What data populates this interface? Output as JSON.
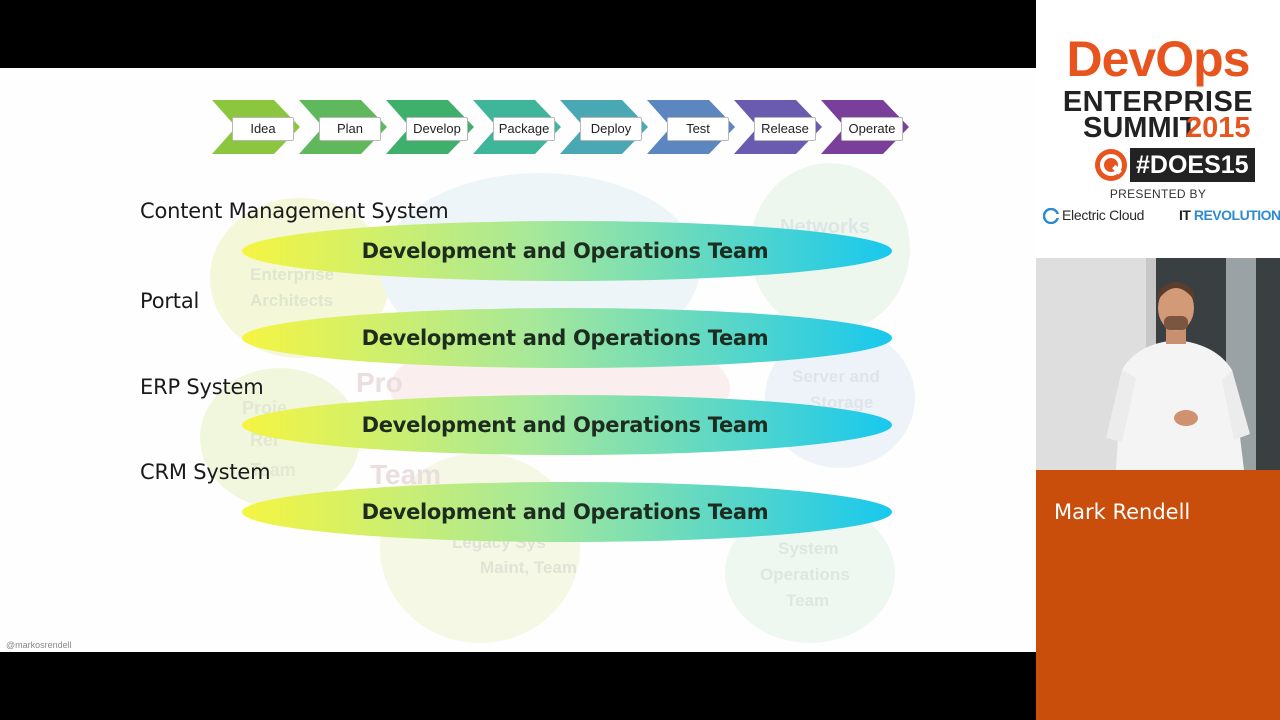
{
  "slide": {
    "pipeline": [
      {
        "label": "Idea",
        "color": "#8cc63f"
      },
      {
        "label": "Plan",
        "color": "#5fb85c"
      },
      {
        "label": "Develop",
        "color": "#3faf6c"
      },
      {
        "label": "Package",
        "color": "#3fb59a"
      },
      {
        "label": "Deploy",
        "color": "#4aa8b4"
      },
      {
        "label": "Test",
        "color": "#5b86c0"
      },
      {
        "label": "Release",
        "color": "#6b5bb0"
      },
      {
        "label": "Operate",
        "color": "#7a3f9a"
      }
    ],
    "systems": [
      {
        "label": "Content Management System",
        "team": "Development and Operations Team"
      },
      {
        "label": "Portal",
        "team": "Development and Operations Team"
      },
      {
        "label": "ERP System",
        "team": "Development and Operations Team"
      },
      {
        "label": "CRM System",
        "team": "Development and Operations Team"
      }
    ],
    "faded_labels": [
      "Networks",
      "Enterprise",
      "Architects",
      "Server and",
      "Storage",
      "Proje",
      "Rel",
      "Team",
      "Pro",
      "Team",
      "Legacy Sys",
      "Maint, Team",
      "System",
      "Operations",
      "Team"
    ],
    "handle": "@markosrendell"
  },
  "brand": {
    "devops": "DevOps",
    "enterprise": "ENTERPRISE",
    "summit": "SUMMIT",
    "year": "2015",
    "hashtag": "#DOES15",
    "presented_by": "PRESENTED BY",
    "sponsor1": "Electric Cloud",
    "sponsor2_a": "IT",
    "sponsor2_b": "REVOLUTION",
    "accent": "#e8541e"
  },
  "speaker": {
    "name": "Mark Rendell",
    "box_color": "#c94e0c"
  }
}
